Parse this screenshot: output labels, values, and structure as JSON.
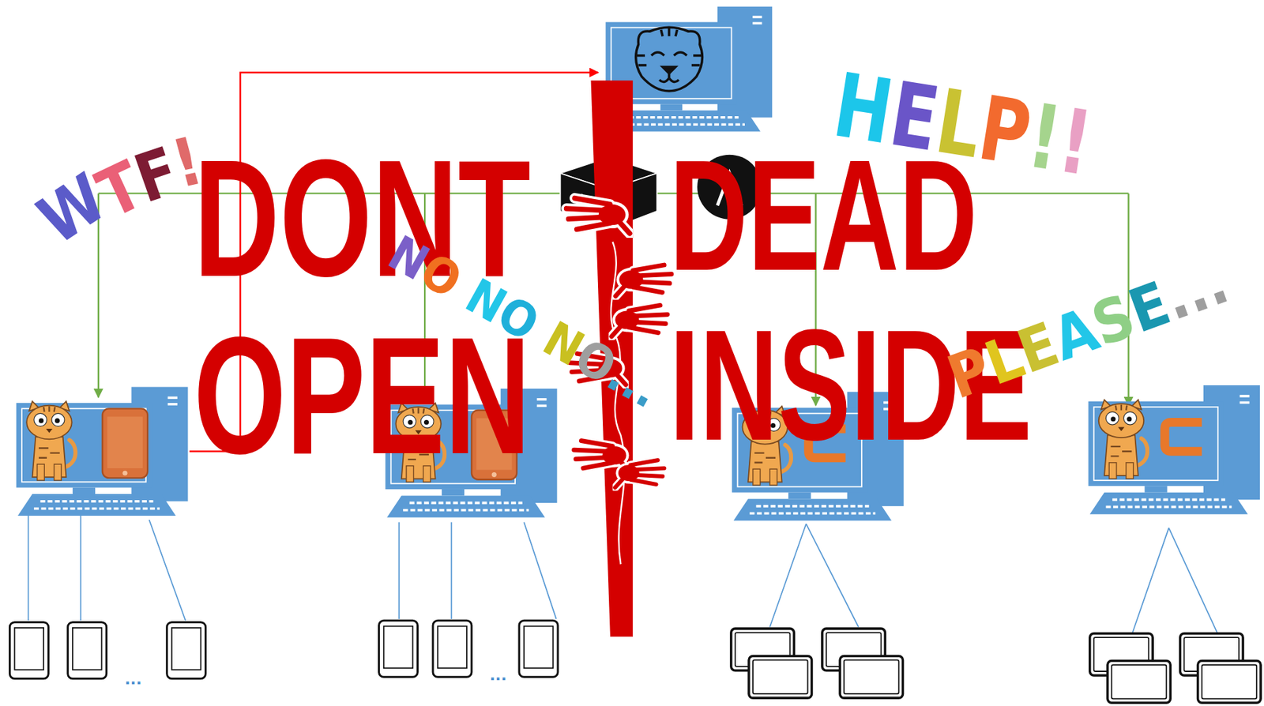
{
  "diagram": {
    "labels": [
      "HELP!!",
      "WTF!",
      "DONT OPEN",
      "DEAD INSIDE",
      "NO NO NO...",
      "PLEASE...",
      "...",
      "..."
    ]
  }
}
